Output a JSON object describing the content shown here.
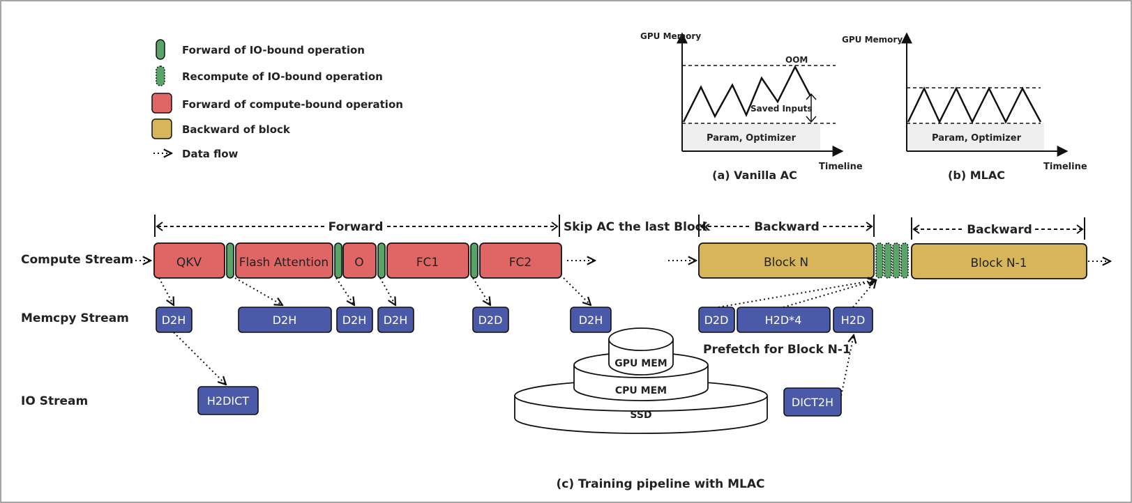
{
  "legend": {
    "fwd_io": "Forward of IO-bound operation",
    "recompute_io": "Recompute of IO-bound operation",
    "fwd_compute": "Forward of compute-bound operation",
    "backward_block": "Backward of block",
    "data_flow": "Data flow"
  },
  "colors": {
    "green": "#5aa469",
    "red": "#e06666",
    "gold": "#d7b65b",
    "blue": "#4a5aa8"
  },
  "mem_a": {
    "ylabel": "GPU Memory",
    "xlabel": "Timeline",
    "oom": "OOM",
    "saved_inputs": "Saved Inputs",
    "param": "Param, Optimizer",
    "caption": "(a) Vanilla AC"
  },
  "mem_b": {
    "ylabel": "GPU Memory",
    "xlabel": "Timeline",
    "param": "Param, Optimizer",
    "caption": "(b)  MLAC"
  },
  "pipeline": {
    "caption": "(c) Training pipeline with MLAC",
    "spans": {
      "forward": "Forward",
      "skip": "Skip AC the last Block",
      "backward1": "Backward",
      "backward2": "Backward"
    },
    "streams": {
      "compute": "Compute Stream",
      "memcpy": "Memcpy Stream",
      "io": "IO Stream"
    },
    "compute_ops": {
      "qkv": "QKV",
      "flash": "Flash Attention",
      "o": "O",
      "fc1": "FC1",
      "fc2": "FC2",
      "block_n": "Block N",
      "block_n1": "Block N-1"
    },
    "memcpy_ops": {
      "d2h_1": "D2H",
      "d2h_2": "D2H",
      "d2h_3": "D2H",
      "d2h_4": "D2H",
      "d2d_1": "D2D",
      "d2h_5": "D2H",
      "d2d_2": "D2D",
      "h2d4": "H2D*4",
      "h2d": "H2D"
    },
    "io_ops": {
      "h2dict": "H2DICT",
      "dict2h": "DICT2H"
    },
    "prefetch": "Prefetch for Block N-1",
    "memory_stack": {
      "gpu": "GPU MEM",
      "cpu": "CPU MEM",
      "ssd": "SSD"
    }
  }
}
